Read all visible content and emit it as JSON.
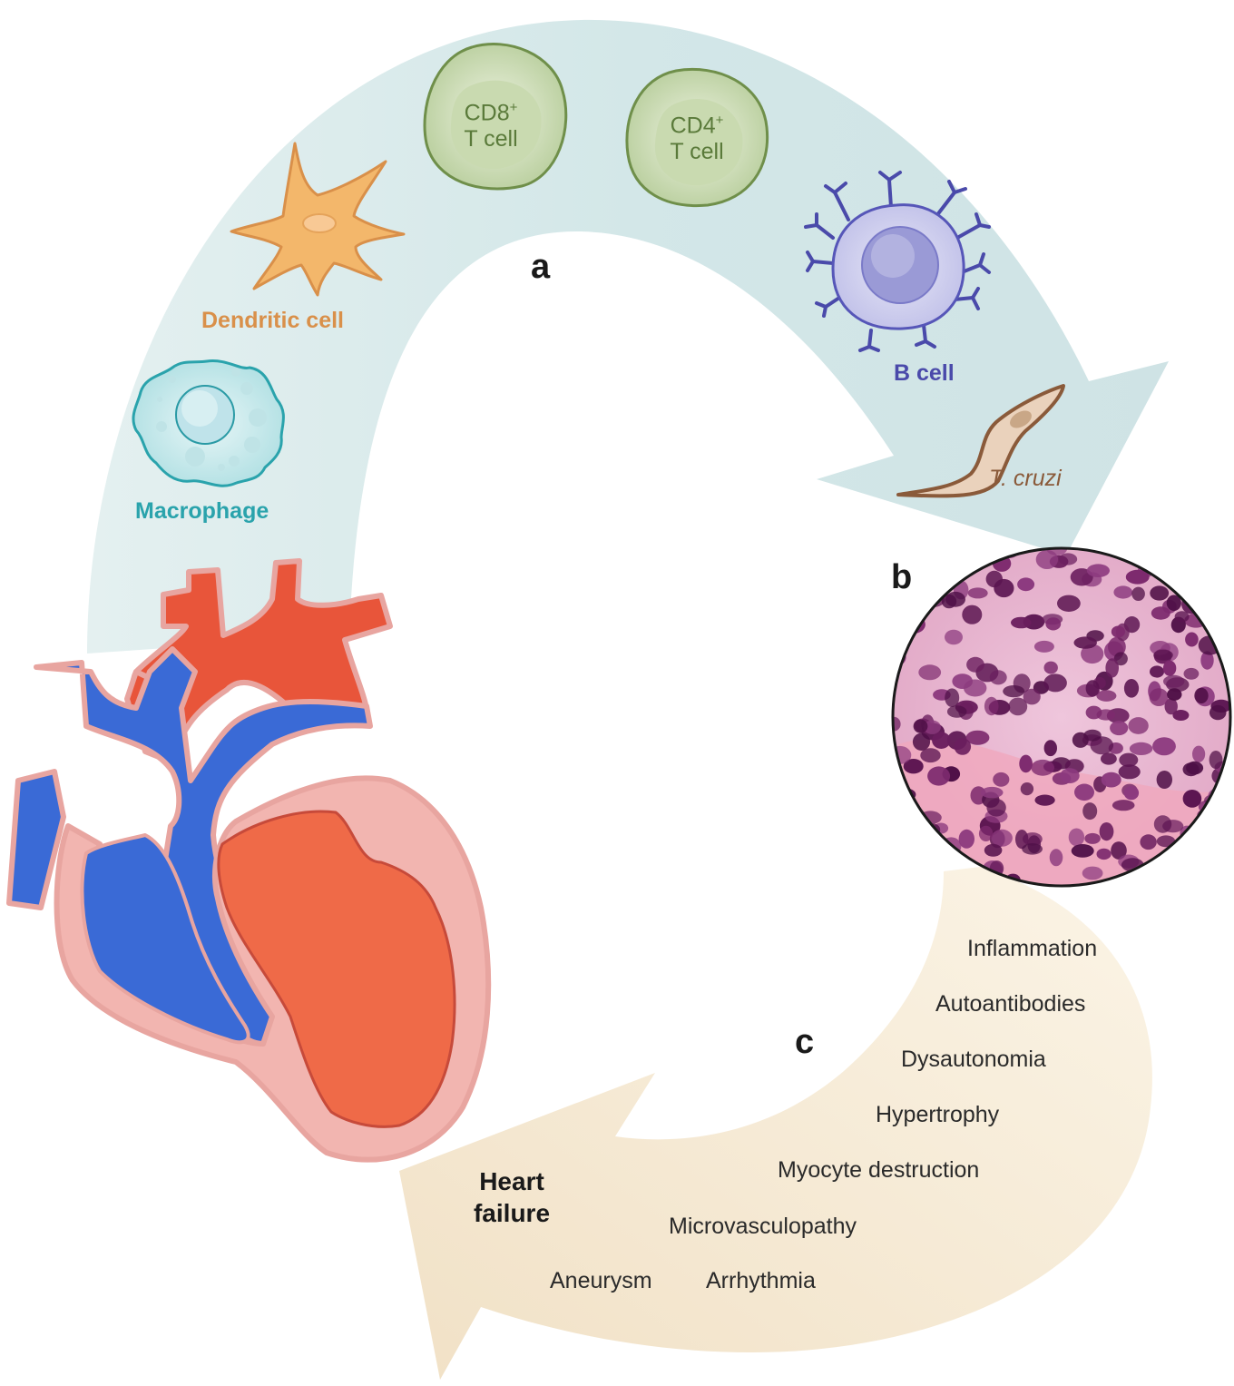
{
  "panel_a": {
    "letter": "a",
    "cells": {
      "macrophage": "Macrophage",
      "dendritic": "Dendritic cell",
      "cd8_main": "CD8",
      "cd8_sup": "+",
      "cd8_line2": "T cell",
      "cd4_main": "CD4",
      "cd4_sup": "+",
      "cd4_line2": "T cell",
      "bcell": "B cell",
      "parasite": "T. cruzi"
    }
  },
  "panel_b": {
    "letter": "b"
  },
  "panel_c": {
    "letter": "c",
    "effects": [
      "Inflammation",
      "Autoantibodies",
      "Dysautonomia",
      "Hypertrophy",
      "Myocyte destruction",
      "Microvasculopathy",
      "Arrhythmia",
      "Aneurysm"
    ],
    "outcome_line1": "Heart",
    "outcome_line2": "failure"
  },
  "colors": {
    "upper_arrow": "#d6e9ea",
    "lower_arrow": "#f5e7cf",
    "macrophage": "#2aa3ac",
    "dendritic": "#d9904a",
    "tcell": "#5a7a3a",
    "bcell": "#4a4aaa",
    "parasite": "#8a5a3a",
    "heart_red": "#e8553a",
    "heart_blue": "#3a6ad6",
    "heart_wall": "#f2b5b0"
  }
}
